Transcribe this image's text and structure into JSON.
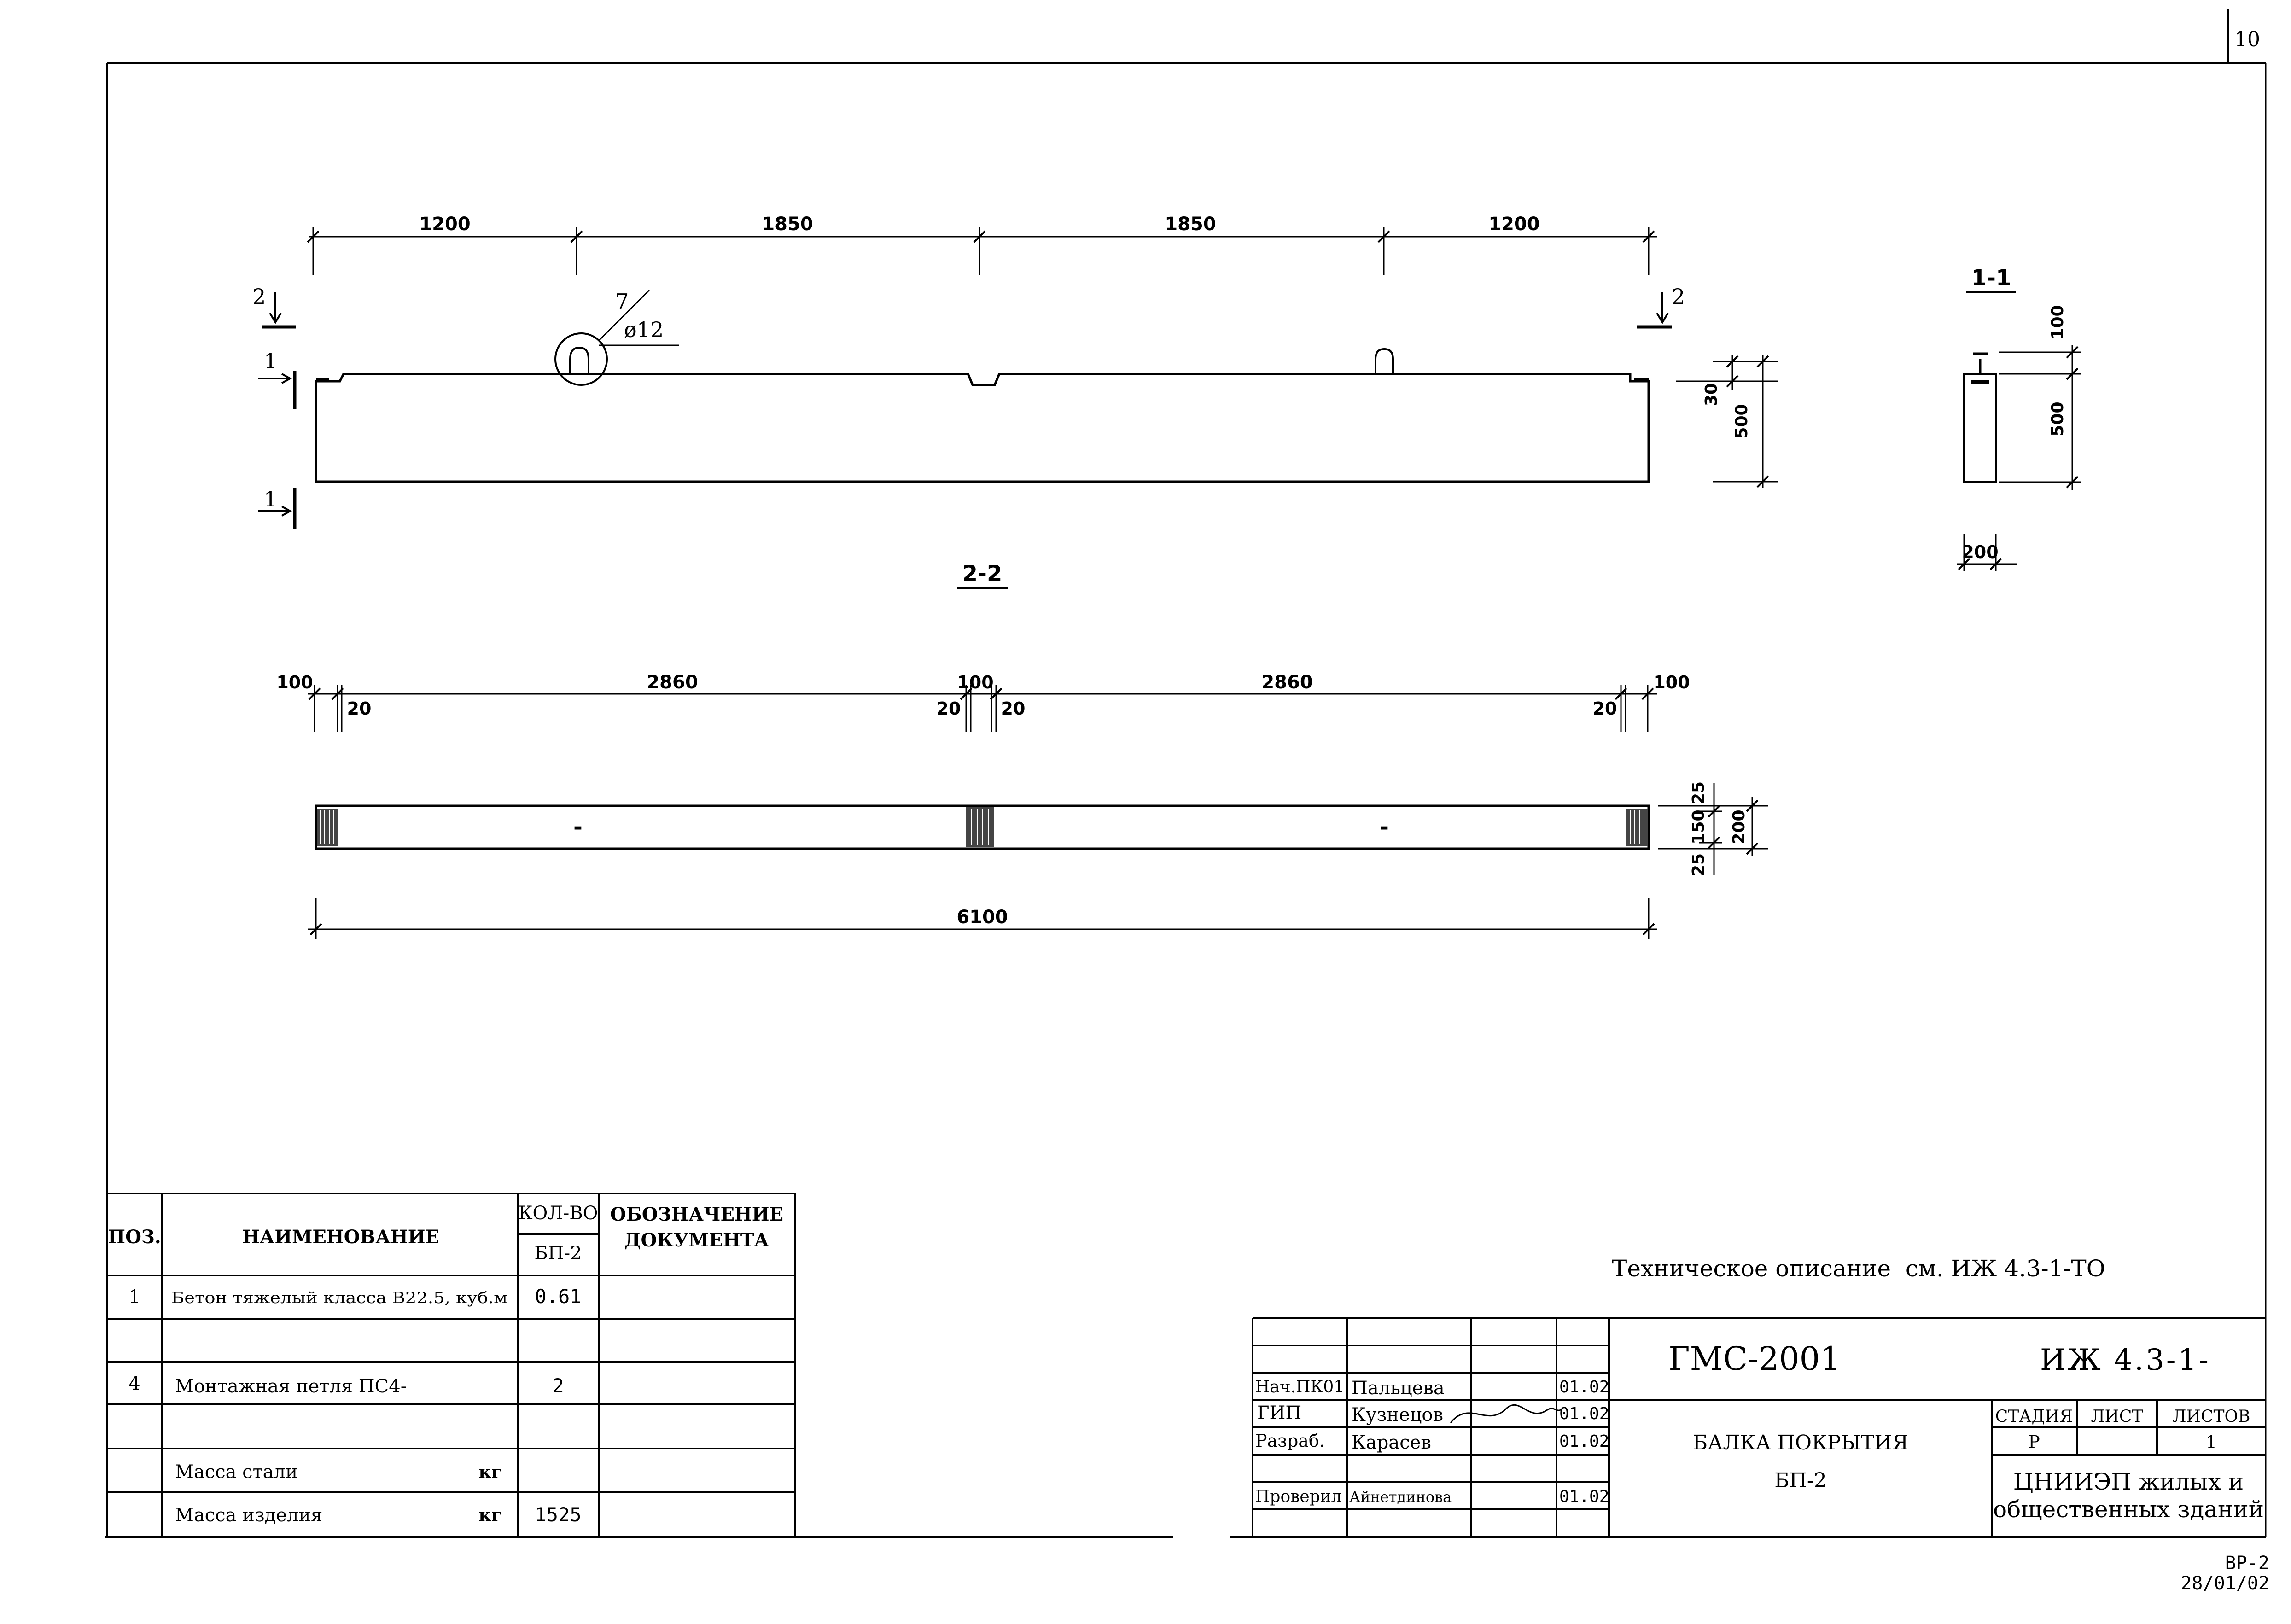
{
  "page_number": "10",
  "dims_top": [
    "1200",
    "1850",
    "1850",
    "1200"
  ],
  "section_marks": {
    "two": "2",
    "one": "1"
  },
  "loop_callout": {
    "pos": "7",
    "diameter": "ø12"
  },
  "elevation_dims": {
    "d30": "30",
    "d500": "500"
  },
  "section_1_1": {
    "title": "1-1",
    "d100": "100",
    "d500": "500",
    "d200": "200"
  },
  "plan": {
    "title": "2-2",
    "d100": "100",
    "d2860": "2860",
    "d20": "20",
    "total": "6100",
    "right_dims": [
      "25",
      "150",
      "25",
      "200"
    ],
    "tick": "-"
  },
  "spec_table": {
    "headers": {
      "pos": "ПОЗ.",
      "name": "НАИМЕНОВАНИЕ",
      "qty": "КОЛ-ВО",
      "qty_sub": "БП-2",
      "doc": "ОБОЗНАЧЕНИЕ ДОКУМЕНТА"
    },
    "rows": [
      {
        "pos": "1",
        "name": "Бетон тяжелый класса В22.5, куб.м",
        "unit": "",
        "qty": "0.61",
        "doc": ""
      },
      {
        "pos": "",
        "name": "",
        "unit": "",
        "qty": "",
        "doc": ""
      },
      {
        "pos": "4",
        "name": "Монтажная петля ПС4-",
        "unit": "",
        "qty": "2",
        "doc": ""
      },
      {
        "pos": "",
        "name": "",
        "unit": "",
        "qty": "",
        "doc": ""
      },
      {
        "pos": "",
        "name": "Масса стали",
        "unit": "кг",
        "qty": "",
        "doc": ""
      },
      {
        "pos": "",
        "name": "Масса изделия",
        "unit": "кг",
        "qty": "1525",
        "doc": ""
      }
    ]
  },
  "technical_note": "Техническое описание  см. ИЖ 4.3-1-ТО",
  "title_block": {
    "code": "ГМС-2001",
    "series": "ИЖ 4.3-1-",
    "signatures": [
      {
        "role": "Нач.ПК01",
        "name": "Пальцева",
        "date": "01.02"
      },
      {
        "role": "ГИП",
        "name": "Кузнецов",
        "date": "01.02"
      },
      {
        "role": "Разраб.",
        "name": "Карасев",
        "date": "01.02"
      },
      {
        "role": "",
        "name": "",
        "date": ""
      },
      {
        "role": "Проверил",
        "name": "Айнетдинова",
        "date": "01.02"
      }
    ],
    "object_name": "БАЛКА ПОКРЫТИЯ",
    "object_mark": "БП-2",
    "stage_header": "СТАДИЯ",
    "sheet_header": "ЛИСТ",
    "sheets_header": "ЛИСТОВ",
    "stage": "Р",
    "sheet": "",
    "sheets": "1",
    "org_line1": "ЦНИИЭП жилых и",
    "org_line2": "общественных зданий"
  },
  "footer": {
    "code": "ВР-2",
    "date": "28/01/02"
  }
}
